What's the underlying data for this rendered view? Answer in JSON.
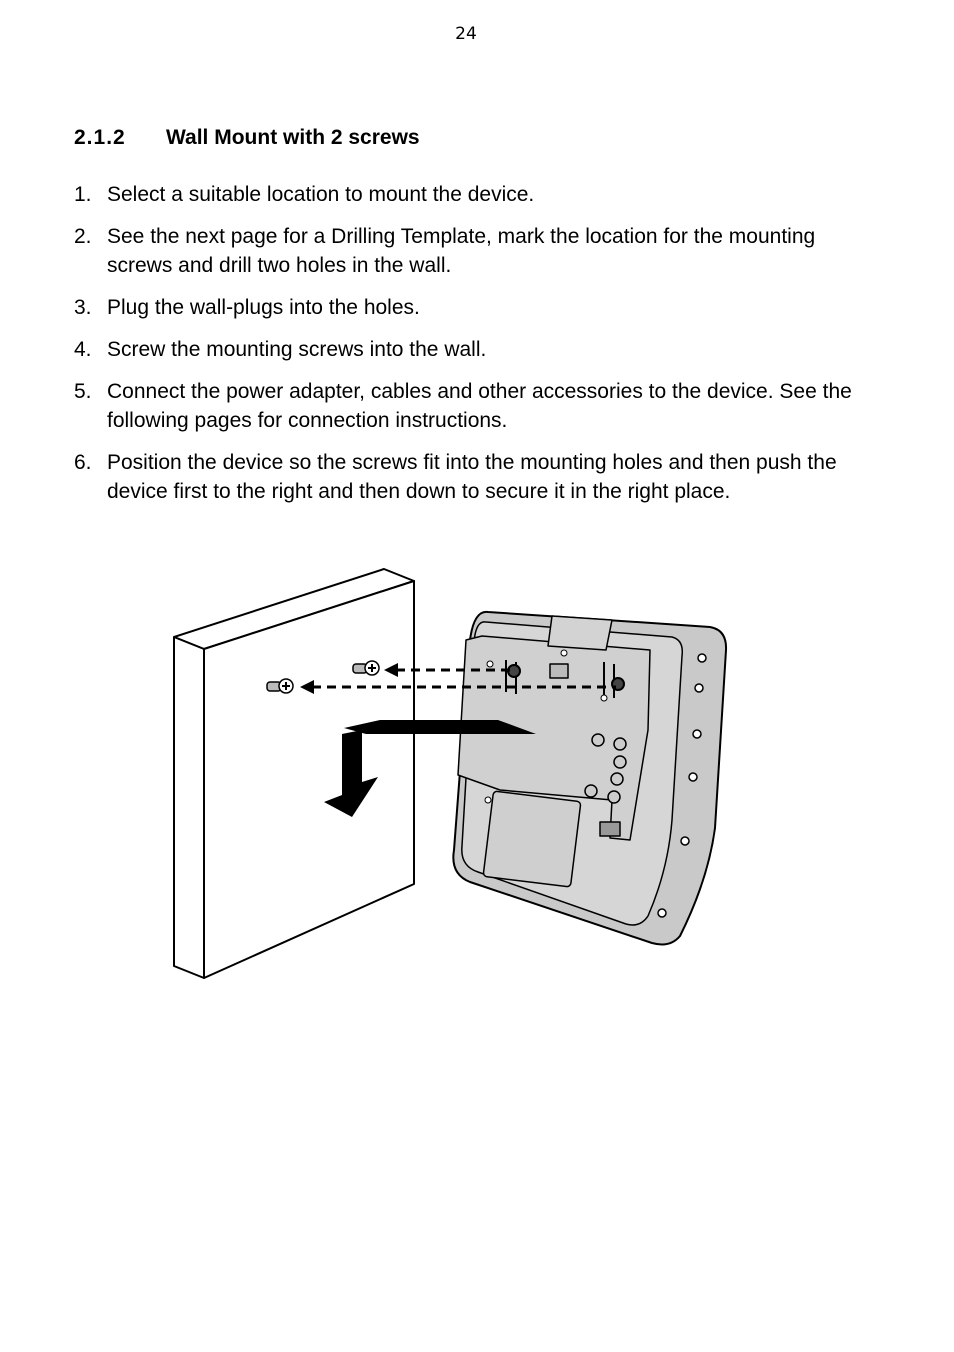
{
  "page_number": "24",
  "section": {
    "number": "2.1.2",
    "title": "Wall Mount with 2 screws"
  },
  "steps": [
    {
      "n": "1.",
      "text": "Select a suitable location to mount the device."
    },
    {
      "n": "2.",
      "text": "See the next page for a Drilling Template, mark the location for the mounting screws and drill two holes in the wall."
    },
    {
      "n": "3.",
      "text": "Plug the wall-plugs into the holes."
    },
    {
      "n": "4.",
      "text": "Screw the mounting screws into the wall."
    },
    {
      "n": "5.",
      "text": "Connect the power adapter, cables and other accessories to the device. See the following pages for connection instructions."
    },
    {
      "n": "6.",
      "text": "Position the device so the screws fit into the mounting holes and then push the device first to the right and then down to secure it in the right place."
    }
  ],
  "colors": {
    "device_body": "#c8c8c8",
    "device_panel": "#d6d6d6",
    "wall": "#ffffff",
    "ink": "#000000"
  }
}
